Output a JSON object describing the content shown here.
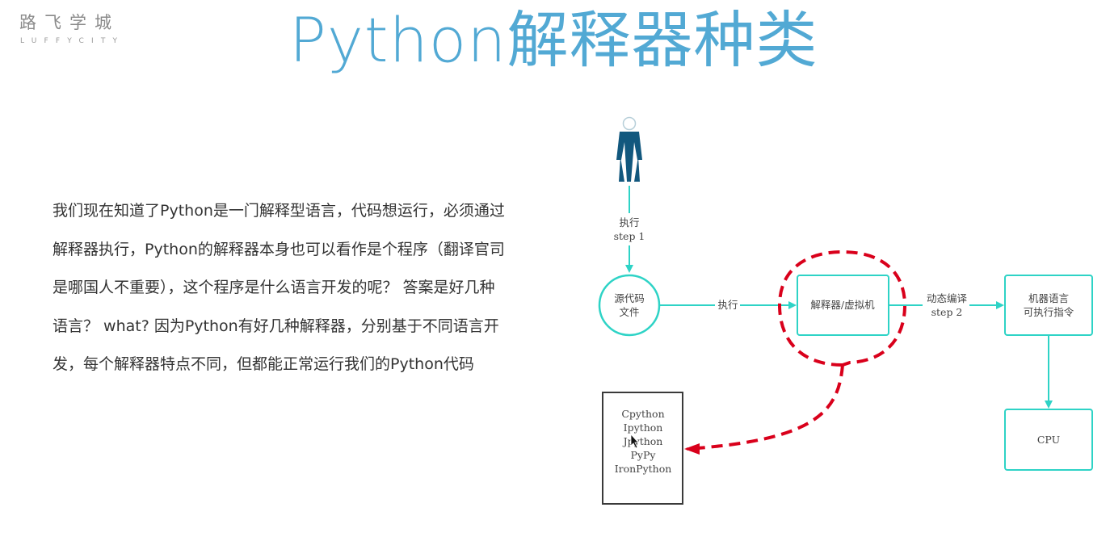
{
  "logo": {
    "cn": "路飞学城",
    "en": "LUFFYCITY"
  },
  "title": "Python解释器种类",
  "paragraph": "我们现在知道了Python是一门解释型语言，代码想运行，必须通过解释器执行，Python的解释器本身也可以看作是个程序（翻译官司是哪国人不重要），这个程序是什么语言开发的呢？ 答案是好几种语言？ what? 因为Python有好几种解释器，分别基于不同语言开发，每个解释器特点不同，但都能正常运行我们的Python代码",
  "diagram": {
    "accent_color": "#2ed3c6",
    "highlight_color": "#d9001b",
    "person_color": "#12587e",
    "step1_label_line1": "执行",
    "step1_label_line2": "step 1",
    "source_node_line1": "源代码",
    "source_node_line2": "文件",
    "exec_edge_label": "执行",
    "interpreter_node": "解释器/虚拟机",
    "step2_label_line1": "动态编译",
    "step2_label_line2": "step 2",
    "machine_node_line1": "机器语言",
    "machine_node_line2": "可执行指令",
    "cpu_node": "CPU",
    "interpreters": [
      "Cpython",
      "Ipython",
      "Jpython",
      "PyPy",
      "IronPython"
    ]
  }
}
